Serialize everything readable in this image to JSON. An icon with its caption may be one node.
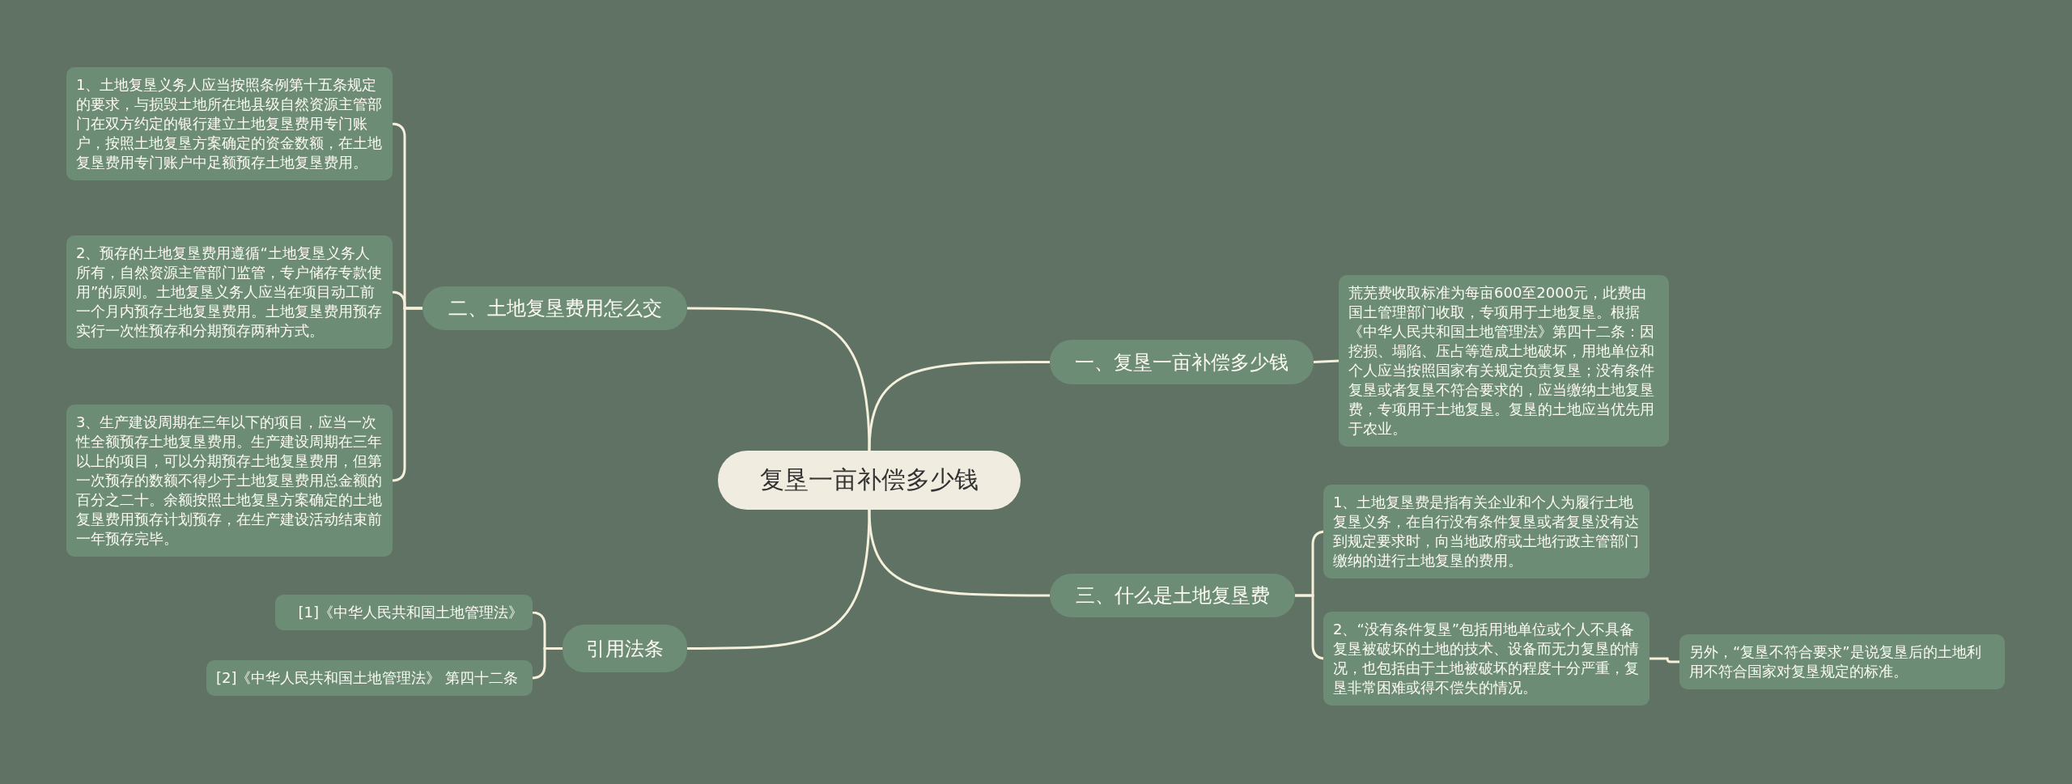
{
  "diagram": {
    "nodes": [
      {
        "text": [
          "复垦一亩补偿多少钱"
        ]
      },
      {
        "text": [
          "二、土地复垦费用怎么交"
        ]
      },
      {
        "text": [
          "1、土地复垦义务人应当按照条例第十五条规定的要求，与损毁土地所在地县级自然资源主管部门在双方约定的银行建立土地复垦费用专门账户，按照土地复垦方案确定的资金数额，在土地复垦费用专门账户中足额预存土地复垦费用。"
        ]
      },
      {
        "text": [
          "2、预存的土地复垦费用遵循“土地复垦义务人所有，自然资源主管部门监管，专户储存专款使用”的原则。土地复垦义务人应当在项目动工前一个月内预存土地复垦费用。土地复垦费用预存实行一次性预存和分期预存两种方式。"
        ]
      },
      {
        "text": [
          "3、生产建设周期在三年以下的项目，应当一次性全额预存土地复垦费用。生产建设周期在三年以上的项目，可以分期预存土地复垦费用，但第一次预存的数额不得少于土地复垦费用总金额的百分之二十。余额按照土地复垦方案确定的土地复垦费用预存计划预存，在生产建设活动结束前一年预存完毕。"
        ]
      },
      {
        "text": [
          "引用法条"
        ]
      },
      {
        "text": [
          "[1]《中华人民共和国土地管理法》"
        ]
      },
      {
        "text": [
          "[2]《中华人民共和国土地管理法》 第四十二条"
        ]
      },
      {
        "text": [
          "一、复垦一亩补偿多少钱"
        ]
      },
      {
        "text": [
          "荒芜费收取标准为每亩600至2000元，此费由国土管理部门收取，专项用于土地复垦。根据《中华人民共和国土地管理法》第四十二条：因挖损、塌陷、压占等造成土地破坏，用地单位和个人应当按照国家有关规定负责复垦；没有条件复垦或者复垦不符合要求的，应当缴纳土地复垦费，专项用于土地复垦。复垦的土地应当优先用于农业。"
        ]
      },
      {
        "text": [
          "三、什么是土地复垦费"
        ]
      },
      {
        "text": [
          "1、土地复垦费是指有关企业和个人为履行土地复垦义务，在自行没有条件复垦或者复垦没有达到规定要求时，向当地政府或土地行政主管部门缴纳的进行土地复垦的费用。"
        ]
      },
      {
        "text": [
          "2、“没有条件复垦”包括用地单位或个人不具备复垦被破坏的土地的技术、设备而无力复垦的情况，也包括由于土地被破坏的程度十分严重，复垦非常困难或得不偿失的情况。"
        ]
      },
      {
        "text": [
          "另外，“复垦不符合要求”是说复垦后的土地利用不符合国家对复垦规定的标准。"
        ]
      }
    ],
    "edges": [
      {
        "from": 0,
        "to": 1,
        "arrow": "none"
      },
      {
        "from": 1,
        "to": 2,
        "arrow": "none"
      },
      {
        "from": 1,
        "to": 3,
        "arrow": "none"
      },
      {
        "from": 1,
        "to": 4,
        "arrow": "none"
      },
      {
        "from": 0,
        "to": 5,
        "arrow": "none"
      },
      {
        "from": 5,
        "to": 6,
        "arrow": "none"
      },
      {
        "from": 5,
        "to": 7,
        "arrow": "none"
      },
      {
        "from": 0,
        "to": 8,
        "arrow": "none"
      },
      {
        "from": 8,
        "to": 9,
        "arrow": "none"
      },
      {
        "from": 0,
        "to": 10,
        "arrow": "none"
      },
      {
        "from": 10,
        "to": 11,
        "arrow": "none"
      },
      {
        "from": 10,
        "to": 12,
        "arrow": "none"
      },
      {
        "from": 12,
        "to": 13,
        "arrow": "none"
      }
    ]
  }
}
